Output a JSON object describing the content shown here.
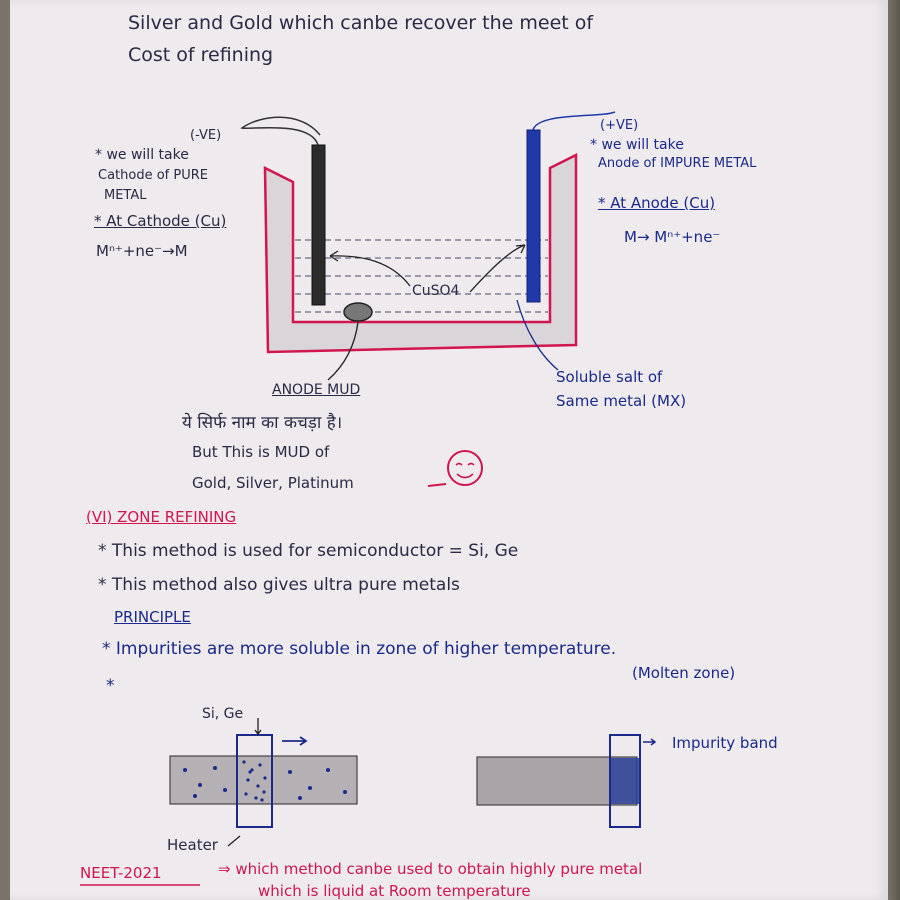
{
  "top": {
    "line1": "Silver and Gold which canbe recover the meet of",
    "line2": "Cost of refining"
  },
  "left_notes": {
    "polarity": "(-VE)",
    "take1": "* we will take",
    "take2": "Cathode of PURE",
    "take3": "METAL",
    "heading": "* At Cathode (Cu)",
    "equation": "Mⁿ⁺+ne⁻→M"
  },
  "right_notes": {
    "polarity": "(+VE)",
    "take1": "* we will take",
    "take2": "Anode of IMPURE METAL",
    "heading": "* At Anode (Cu)",
    "equation": "M→ Mⁿ⁺+ne⁻"
  },
  "diagram1": {
    "electrolyte": "CuSO4",
    "mud_label": "ANODE MUD",
    "salt_line1": "Soluble salt of",
    "salt_line2": "Same metal (MX)"
  },
  "mud_note": {
    "hindi": "ये सिर्फ नाम का कचड़ा है।",
    "line2": "But This is MUD of",
    "line3": "Gold, Silver, Platinum"
  },
  "zone": {
    "heading": "(VI) ZONE REFINING",
    "point1": "* This method is used for semiconductor = Si, Ge",
    "point2": "* This method also gives ultra pure metals",
    "principle": "PRINCIPLE",
    "point3": "* Impurities are more soluble in zone of higher temperature.",
    "molten": "(Molten zone)",
    "star": "*"
  },
  "diagram2": {
    "sige": "Si, Ge",
    "heater": "Heater",
    "band": "Impurity band"
  },
  "neet": {
    "tag": "NEET-2021",
    "line1": "⇒ which method canbe used to obtain highly pure metal",
    "line2": "which is liquid at Room temperature"
  },
  "colors": {
    "ink_dark": "#2a2a45",
    "ink_blue": "#1b2a8a",
    "ink_red": "#d0154f",
    "paper": "#eeeaee"
  }
}
